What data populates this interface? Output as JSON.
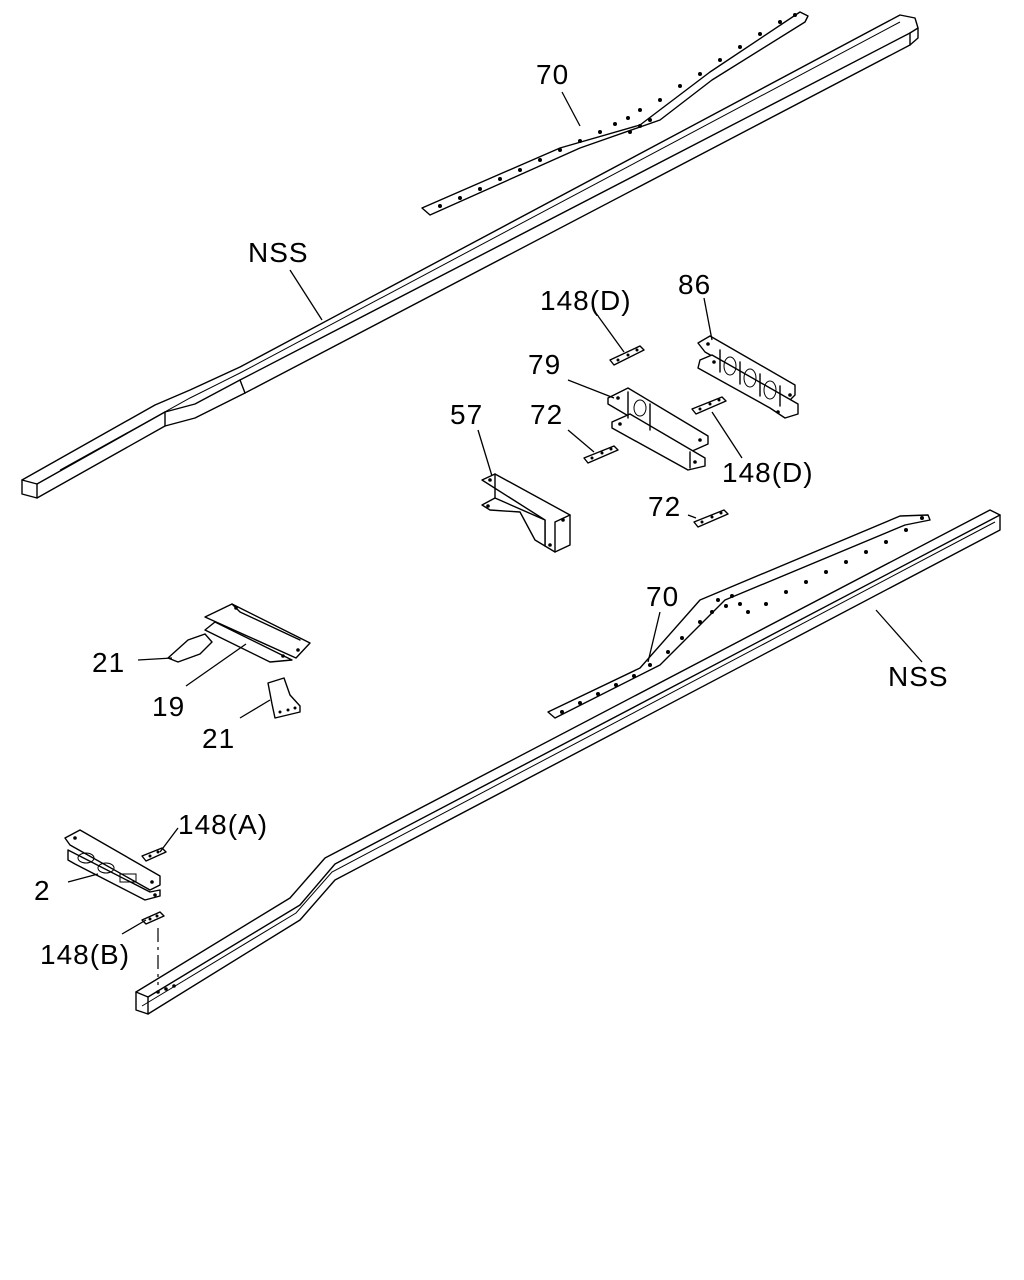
{
  "labels": {
    "upper_reinforcement": "70",
    "upper_side_rail": "NSS",
    "crossmember_86": "86",
    "plate_148d_top": "148(D)",
    "crossmember_79": "79",
    "crossmember_57": "57",
    "plate_72_left": "72",
    "plate_148d_right": "148(D)",
    "plate_72_right": "72",
    "lower_reinforcement": "70",
    "lower_side_rail": "NSS",
    "bracket_21_top": "21",
    "crossmember_19": "19",
    "bracket_21_bottom": "21",
    "plate_148a": "148(A)",
    "crossmember_2": "2",
    "plate_148b": "148(B)"
  }
}
